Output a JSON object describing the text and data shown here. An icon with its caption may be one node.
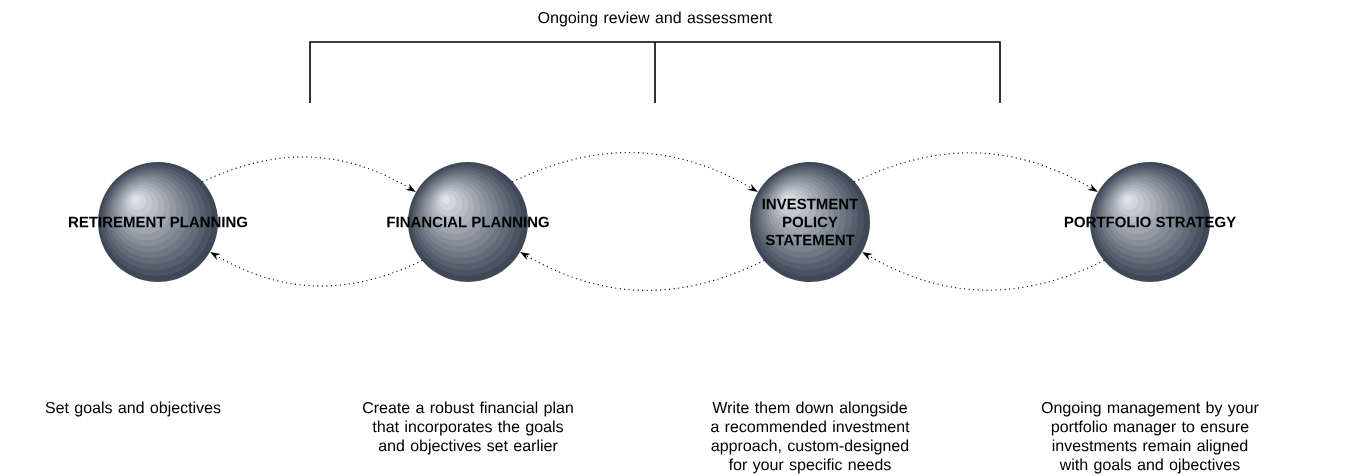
{
  "diagram": {
    "nodes": [
      {
        "text": [
          "RETIREMENT PLANNING"
        ]
      },
      {
        "text": [
          "FINANCIAL PLANNING"
        ]
      },
      {
        "text": [
          "INVESTMENT POLICY STATEMENT"
        ]
      },
      {
        "text": [
          "PORTFOLIO STRATEGY"
        ]
      }
    ],
    "edges": [
      {
        "from": 0,
        "to": 1,
        "arrow": "to"
      },
      {
        "from": 1,
        "to": 0,
        "arrow": "to"
      },
      {
        "from": 1,
        "to": 2,
        "arrow": "to"
      },
      {
        "from": 2,
        "to": 1,
        "arrow": "to"
      },
      {
        "from": 2,
        "to": 3,
        "arrow": "to"
      },
      {
        "from": 3,
        "to": 2,
        "arrow": "to"
      }
    ],
    "labels": [
      "Ongoing review and assessment",
      "Set goals and objectives",
      "Create a robust financial plan that incorporates the goals and objectives set earlier",
      "Write them down alongside a recommended investment approach, custom-designed for your specific needs",
      "Ongoing management by your portfolio manager to ensure investments remain aligned with goals and ojbectives"
    ]
  }
}
